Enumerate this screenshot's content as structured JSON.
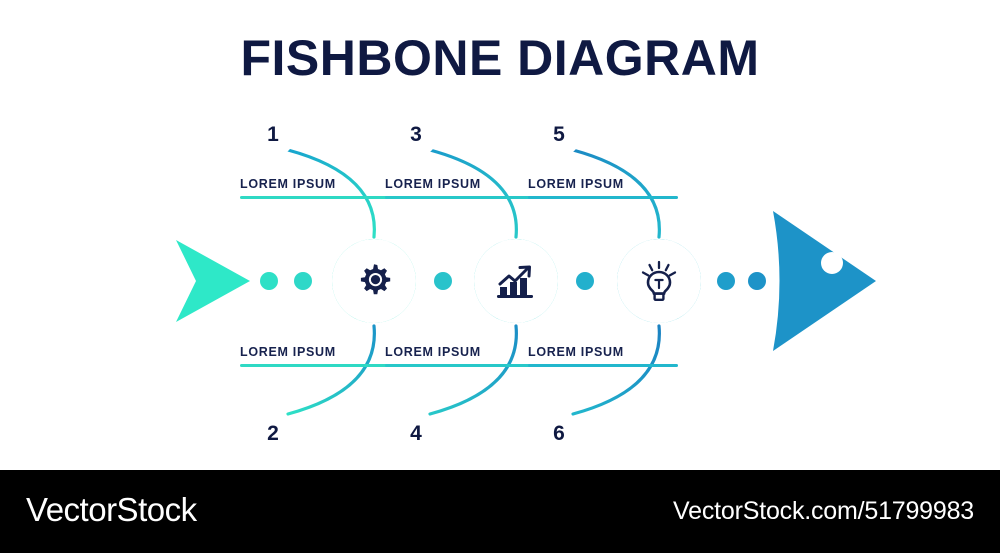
{
  "title": "FISHBONE DIAGRAM",
  "colors": {
    "title": "#0f1942",
    "label_text": "#17224e",
    "tail_turquoise": "#2ee8c8",
    "head_blue": "#1d93c8",
    "background": "#ffffff",
    "footer_bg": "#000000",
    "footer_text": "#ffffff"
  },
  "branches": [
    {
      "number": "1",
      "label": "LOREM IPSUM",
      "position": "top",
      "ring_color": "#18a9cf",
      "rule_color": "#2fd9c4"
    },
    {
      "number": "2",
      "label": "LOREM IPSUM",
      "position": "bottom",
      "ring_color": "#1b94c8",
      "rule_color": "#2fd9c4"
    },
    {
      "number": "3",
      "label": "LOREM IPSUM",
      "position": "top",
      "ring_color": "#1a9ccb",
      "rule_color": "#28c8c9"
    },
    {
      "number": "4",
      "label": "LOREM IPSUM",
      "position": "bottom",
      "ring_color": "#1b8ec6",
      "rule_color": "#28c8c9"
    },
    {
      "number": "5",
      "label": "LOREM IPSUM",
      "position": "top",
      "ring_color": "#1b8ac4",
      "rule_color": "#22b7cd"
    },
    {
      "number": "6",
      "label": "LOREM IPSUM",
      "position": "bottom",
      "ring_color": "#1b82c2",
      "rule_color": "#22b7cd"
    }
  ],
  "icons": [
    {
      "name": "gear-icon",
      "ring_color": "#2ee0c6"
    },
    {
      "name": "bar-chart-growth-icon",
      "ring_color": "#26cfcb"
    },
    {
      "name": "lightbulb-icon",
      "ring_color": "#20bcce"
    }
  ],
  "spine": {
    "tail_name": "fish-tail",
    "head_name": "fish-head",
    "eye_name": "fish-eye",
    "dots": [
      {
        "color": "#2ee0c6"
      },
      {
        "color": "#2ed8c8"
      },
      {
        "color": "#29c3cb"
      },
      {
        "color": "#23b0cd"
      },
      {
        "color": "#1f9ecb"
      },
      {
        "color": "#1d93c8"
      }
    ]
  },
  "footer": {
    "brand": "VectorStock",
    "url": "VectorStock.com/51799983"
  }
}
